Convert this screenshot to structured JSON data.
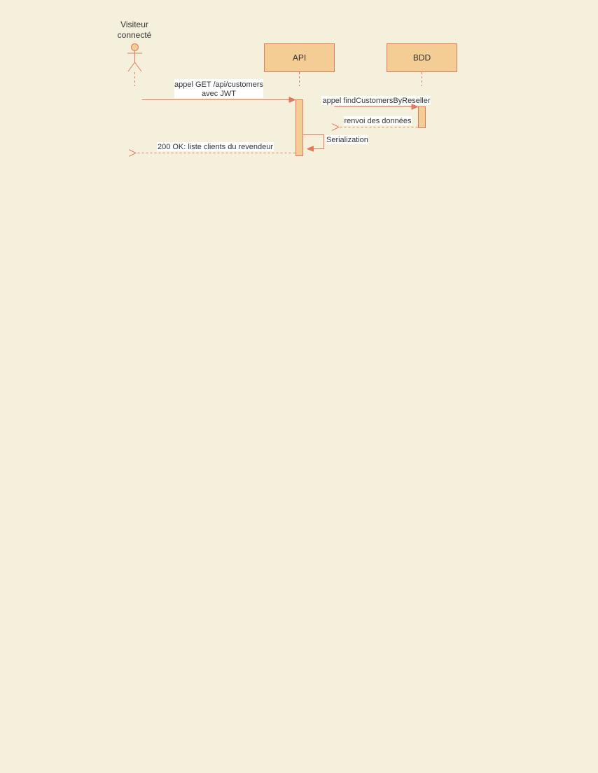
{
  "colors": {
    "background": "#f5f0dc",
    "participant_fill": "#f4cd95",
    "stroke": "#e07a5f",
    "text": "#333333",
    "label_bg": "#ffffff"
  },
  "participants": {
    "visitor": {
      "label_line1": "Visiteur",
      "label_line2": "connecté",
      "icon": "stick-figure-actor-icon"
    },
    "api": {
      "label": "API"
    },
    "bdd": {
      "label": "BDD"
    }
  },
  "messages": {
    "request": {
      "line1": "appel GET /api/customers",
      "line2": "avec JWT",
      "style": "solid"
    },
    "db_call": {
      "label": "appel findCustomersByReseller",
      "style": "solid"
    },
    "db_return": {
      "label": "renvoi des données",
      "style": "dashed"
    },
    "serialization": {
      "label": "Serialization",
      "style": "self-call"
    },
    "response": {
      "label": "200 OK: liste clients du revendeur",
      "style": "dashed"
    }
  }
}
